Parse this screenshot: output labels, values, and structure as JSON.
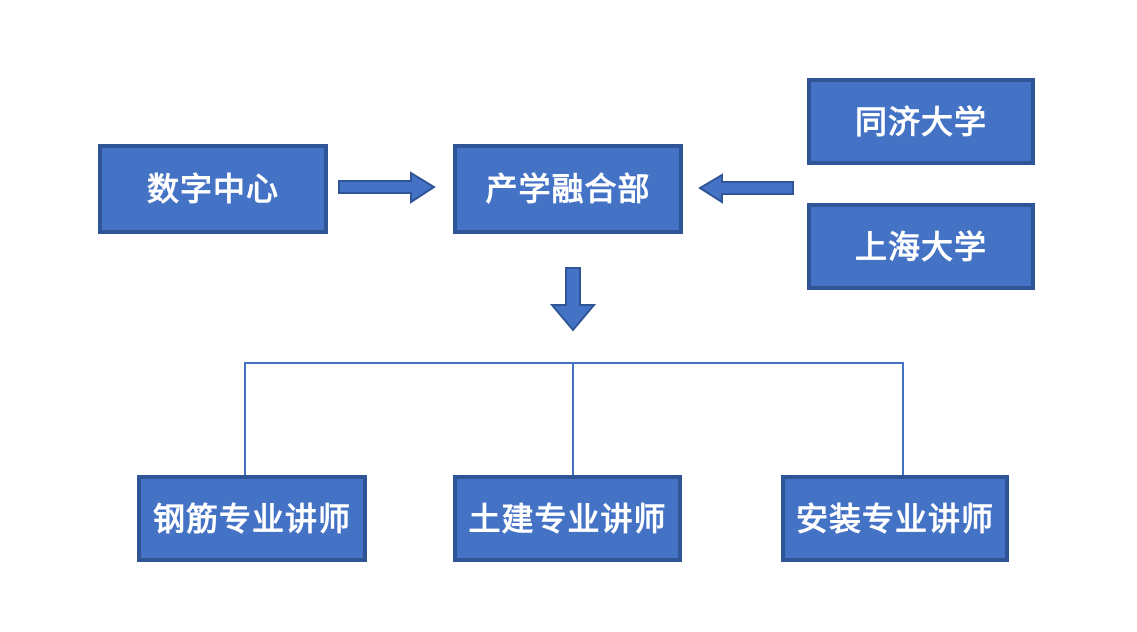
{
  "colors": {
    "background": "#ffffff",
    "box_fill": "#4472C4",
    "box_border": "#2F5597",
    "arrow_fill": "#4472C4",
    "arrow_border": "#2F5597",
    "connector": "#4472C4",
    "label_text": "#ffffff"
  },
  "nodes": {
    "digital_center": {
      "label": "数字中心"
    },
    "industry_academia": {
      "label": "产学融合部"
    },
    "tongji_university": {
      "label": "同济大学"
    },
    "shanghai_university": {
      "label": "上海大学"
    },
    "rebar_lecturer": {
      "label": "钢筋专业讲师"
    },
    "civil_lecturer": {
      "label": "土建专业讲师"
    },
    "installation_lecturer": {
      "label": "安装专业讲师"
    }
  },
  "edges": [
    {
      "from": "digital_center",
      "to": "industry_academia",
      "style": "block-arrow",
      "direction": "right"
    },
    {
      "from": "tongji_university",
      "to": "industry_academia",
      "style": "block-arrow",
      "direction": "left"
    },
    {
      "from": "shanghai_university",
      "to": "industry_academia",
      "style": "block-arrow",
      "direction": "left"
    },
    {
      "from": "industry_academia",
      "to": "rebar_lecturer",
      "style": "tree-connector",
      "direction": "down"
    },
    {
      "from": "industry_academia",
      "to": "civil_lecturer",
      "style": "tree-connector",
      "direction": "down"
    },
    {
      "from": "industry_academia",
      "to": "installation_lecturer",
      "style": "tree-connector",
      "direction": "down"
    }
  ]
}
